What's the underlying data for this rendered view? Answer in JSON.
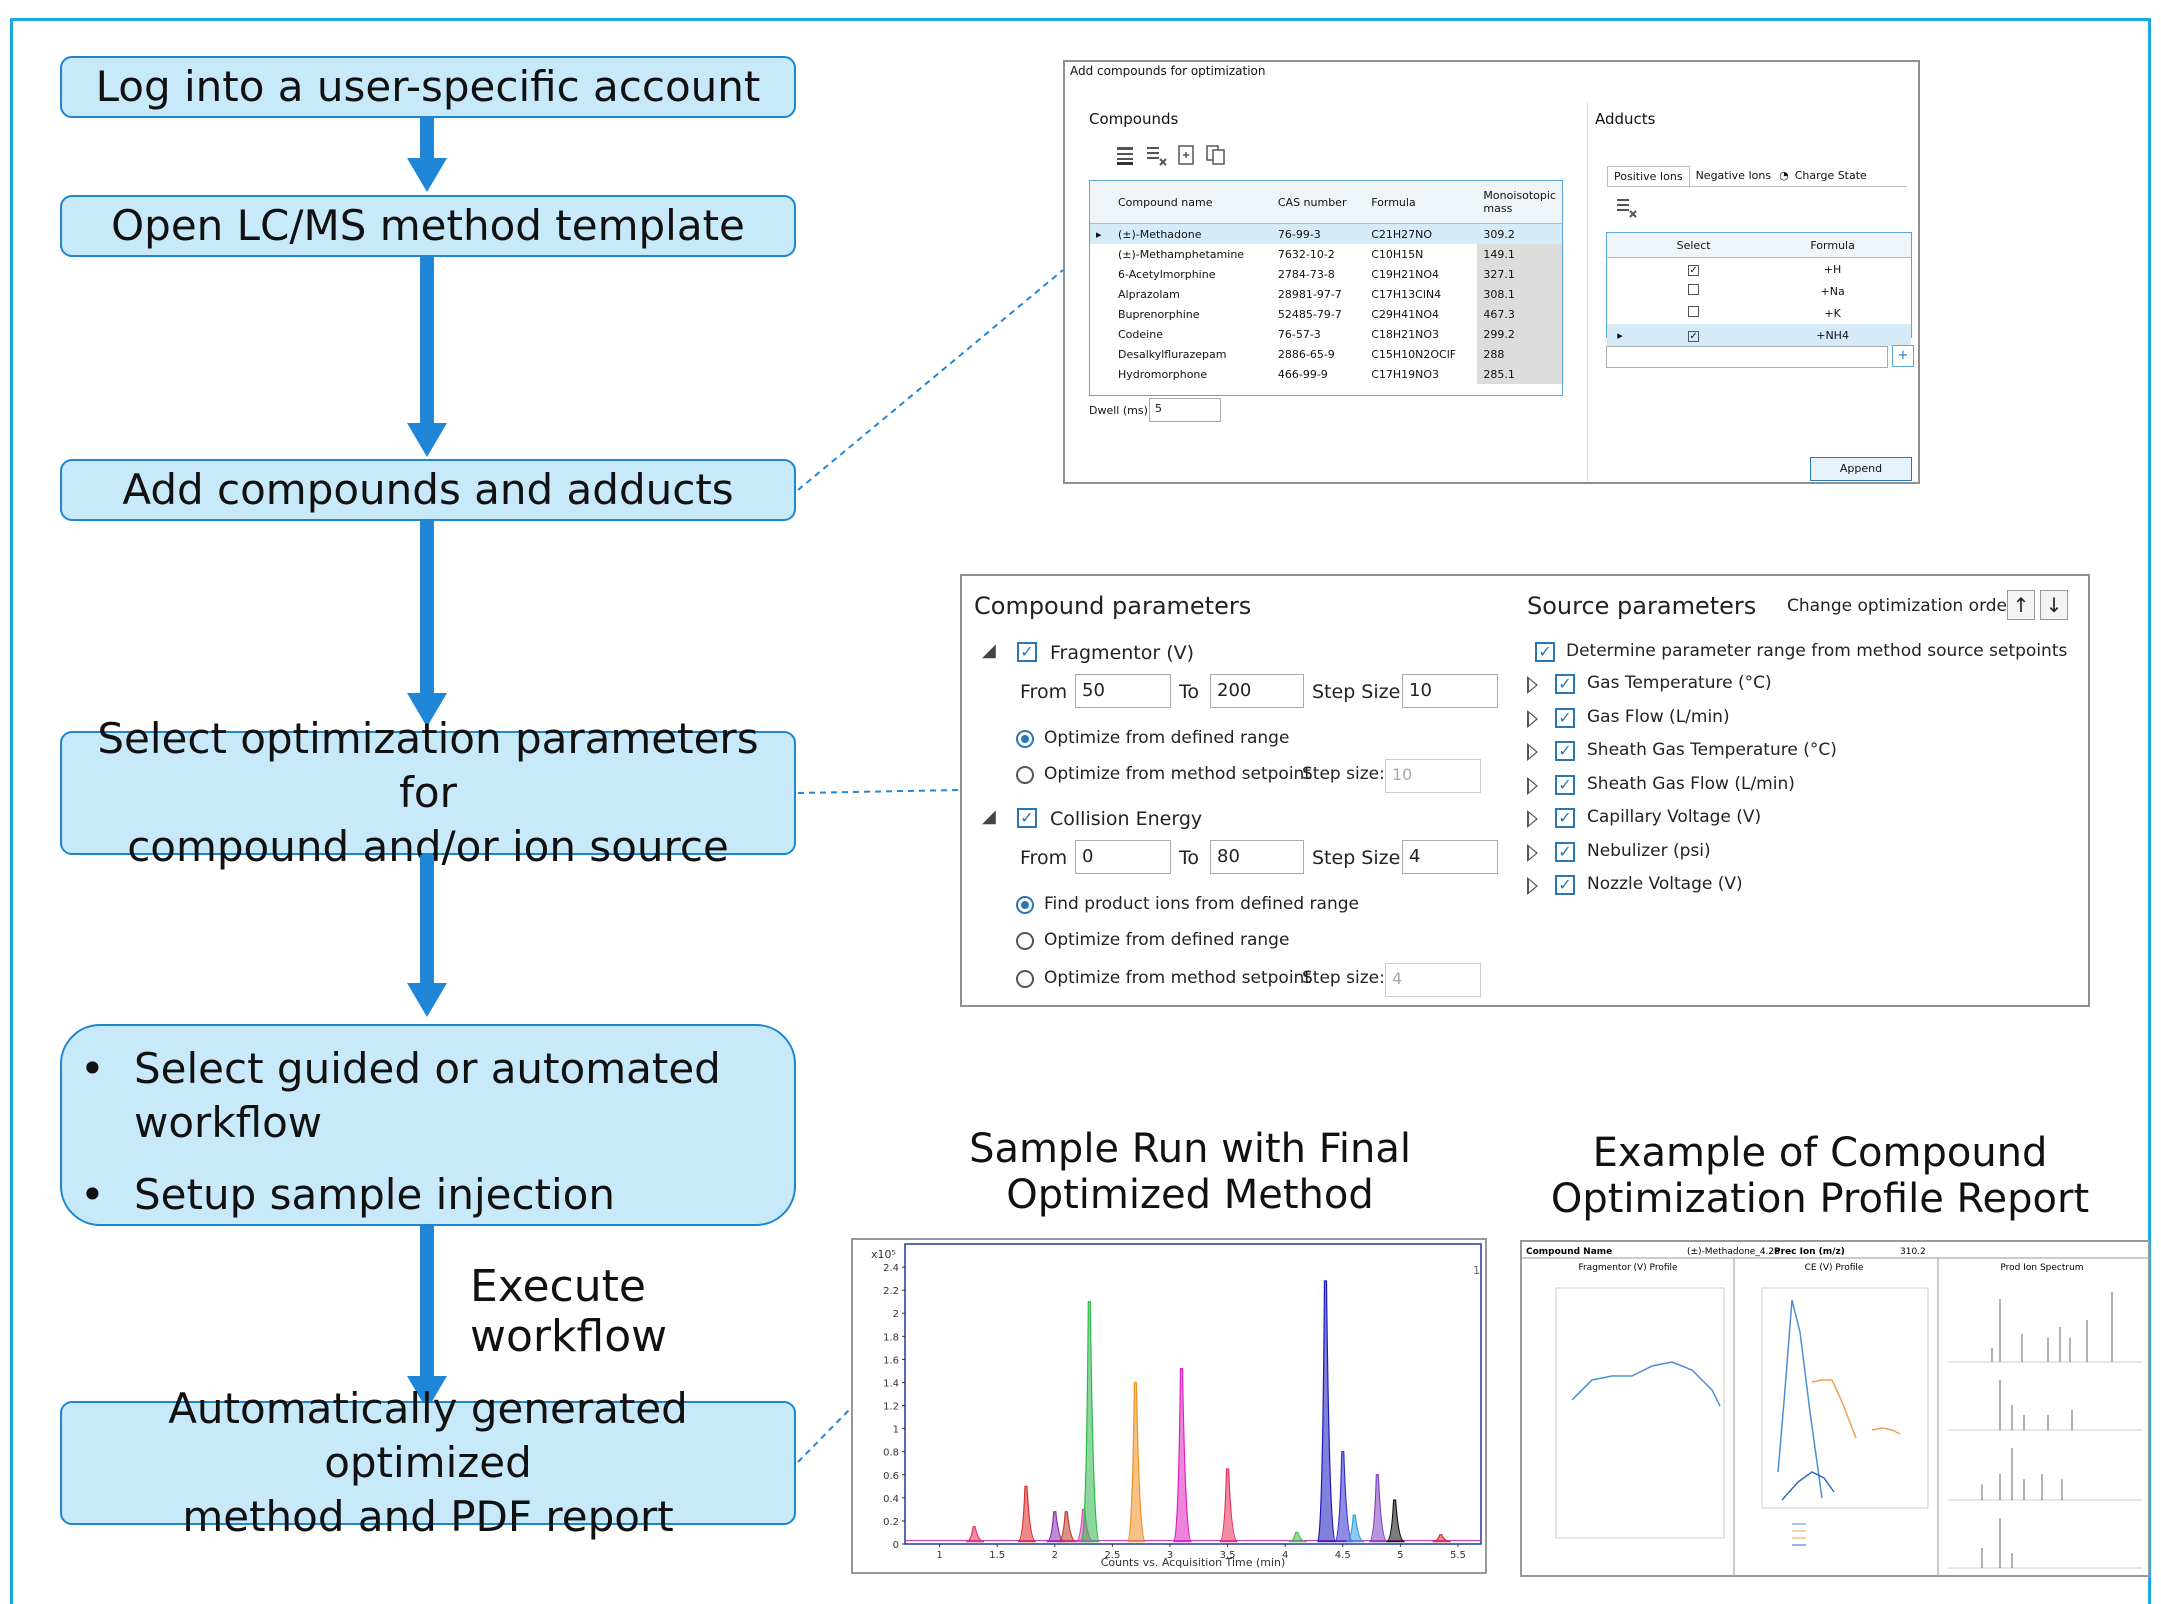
{
  "steps": {
    "login": "Log into a user-specific account",
    "template": "Open LC/MS method template",
    "add": "Add compounds and adducts",
    "select_line1": "Select optimization parameters for",
    "select_line2": "compound and/or ion source",
    "workflow_bullet1_line1": "Select guided or automated",
    "workflow_bullet1_line2": "workflow",
    "workflow_bullet2": "Setup sample injection",
    "final_line1": "Automatically generated optimized",
    "final_line2": "method and PDF report",
    "bullet": "•"
  },
  "execute": {
    "line1": "Execute",
    "line2": "workflow"
  },
  "captions": {
    "sample_run_line1": "Sample Run with Final",
    "sample_run_line2": "Optimized Method",
    "report_line1": "Example of Compound",
    "report_line2": "Optimization Profile Report"
  },
  "add_compounds_dialog": {
    "title": "Add compounds for optimization",
    "compounds_label": "Compounds",
    "adducts_label": "Adducts",
    "columns": [
      "Compound name",
      "CAS number",
      "Formula",
      "Monoisotopic mass"
    ],
    "rows": [
      {
        "name": "(±)-Methadone",
        "cas": "76-99-3",
        "formula": "C21H27NO",
        "mass": "309.2"
      },
      {
        "name": "(±)-Methamphetamine",
        "cas": "7632-10-2",
        "formula": "C10H15N",
        "mass": "149.1"
      },
      {
        "name": "6-Acetylmorphine",
        "cas": "2784-73-8",
        "formula": "C19H21NO4",
        "mass": "327.1"
      },
      {
        "name": "Alprazolam",
        "cas": "28981-97-7",
        "formula": "C17H13ClN4",
        "mass": "308.1"
      },
      {
        "name": "Buprenorphine",
        "cas": "52485-79-7",
        "formula": "C29H41NO4",
        "mass": "467.3"
      },
      {
        "name": "Codeine",
        "cas": "76-57-3",
        "formula": "C18H21NO3",
        "mass": "299.2"
      },
      {
        "name": "Desalkylflurazepam",
        "cas": "2886-65-9",
        "formula": "C15H10N2OClF",
        "mass": "288"
      },
      {
        "name": "Hydromorphone",
        "cas": "466-99-9",
        "formula": "C17H19NO3",
        "mass": "285.1"
      }
    ],
    "dwell_label": "Dwell (ms)",
    "dwell_value": "5",
    "tabs": [
      "Positive Ions",
      "Negative Ions",
      "Charge State"
    ],
    "adduct_columns": [
      "Select",
      "Formula"
    ],
    "adducts": [
      {
        "formula": "+H",
        "checked": true
      },
      {
        "formula": "+Na",
        "checked": false
      },
      {
        "formula": "+K",
        "checked": false
      },
      {
        "formula": "+NH4",
        "checked": true
      }
    ],
    "add_glyph": "+",
    "append_label": "Append"
  },
  "params_panel": {
    "compound_header": "Compound parameters",
    "source_header": "Source parameters",
    "order_label": "Change optimization order",
    "up": "↑",
    "down": "↓",
    "fragmentor": "Fragmentor (V)",
    "collision": "Collision Energy",
    "from": "From",
    "to": "To",
    "step_size": "Step Size",
    "step_size_lc": "Step size:",
    "frag_from": "50",
    "frag_to": "200",
    "frag_step": "10",
    "frag_setpoint_step": "10",
    "ce_from": "0",
    "ce_to": "80",
    "ce_step": "4",
    "ce_setpoint_step": "4",
    "opt_range": "Optimize from defined range",
    "opt_setpoint": "Optimize from method setpoint",
    "find_product": "Find product ions from defined range",
    "determine": "Determine parameter range from method source setpoints",
    "source_items": [
      "Gas Temperature (°C)",
      "Gas Flow (L/min)",
      "Sheath Gas Temperature (°C)",
      "Sheath Gas Flow (L/min)",
      "Capillary Voltage (V)",
      "Nebulizer (psi)",
      "Nozzle Voltage (V)"
    ],
    "check": "✓",
    "collapse": "◢"
  },
  "chromatogram": {
    "y_unit": "x10⁵",
    "trace_label": "1",
    "xlabel": "Counts vs. Acquisition Time (min)",
    "y_ticks": [
      "0",
      "0.2",
      "0.4",
      "0.6",
      "0.8",
      "1",
      "1.2",
      "1.4",
      "1.6",
      "1.8",
      "2",
      "2.2",
      "2.4"
    ],
    "x_ticks": [
      "1",
      "1.5",
      "2",
      "2.5",
      "3",
      "3.5",
      "4",
      "4.5",
      "5",
      "5.5"
    ],
    "peaks": [
      {
        "t": 1.3,
        "h": 0.15,
        "color": "#e8305b"
      },
      {
        "t": 1.75,
        "h": 0.5,
        "color": "#e02a2a"
      },
      {
        "t": 2.0,
        "h": 0.28,
        "color": "#8a2ab5"
      },
      {
        "t": 2.1,
        "h": 0.28,
        "color": "#c0392b"
      },
      {
        "t": 2.25,
        "h": 0.3,
        "color": "#e83fc0"
      },
      {
        "t": 2.3,
        "h": 2.1,
        "color": "#2db84a"
      },
      {
        "t": 2.7,
        "h": 1.4,
        "color": "#f09020"
      },
      {
        "t": 3.1,
        "h": 1.52,
        "color": "#e020c0"
      },
      {
        "t": 3.5,
        "h": 0.65,
        "color": "#e8305b"
      },
      {
        "t": 4.1,
        "h": 0.1,
        "color": "#40c040"
      },
      {
        "t": 4.35,
        "h": 2.28,
        "color": "#1a1ac0"
      },
      {
        "t": 4.5,
        "h": 0.8,
        "color": "#3030d0"
      },
      {
        "t": 4.6,
        "h": 0.25,
        "color": "#30a0e0"
      },
      {
        "t": 4.8,
        "h": 0.6,
        "color": "#8040c0"
      },
      {
        "t": 4.95,
        "h": 0.38,
        "color": "#111111"
      },
      {
        "t": 5.35,
        "h": 0.08,
        "color": "#e02a2a"
      }
    ]
  },
  "report": {
    "compound_name_label": "Compound Name",
    "compound_name_value": "(±)-Methadone_4.28",
    "prec_ion_label": "Prec Ion (m/z)",
    "prec_ion_value": "310.2",
    "panel1_title": "Fragmentor (V) Profile",
    "panel2_title": "CE (V) Profile",
    "panel3_title": "Prod Ion Spectrum"
  }
}
